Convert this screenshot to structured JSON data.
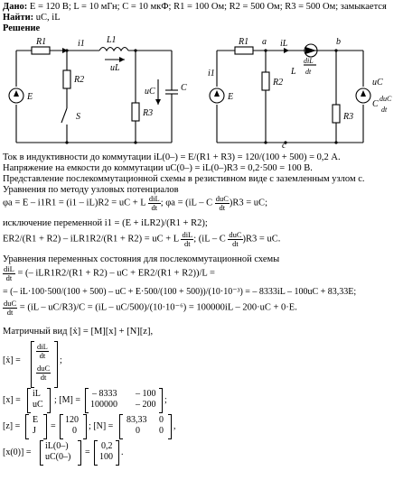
{
  "given": {
    "label": "Дано:",
    "text": " E = 120 В; L = 10 мГн; C = 10 мкФ; R1 = 100 Ом; R2 = 500 Ом; R3 = 500 Ом; замыкается"
  },
  "find": {
    "label": "Найти:",
    "text": " uC, iL"
  },
  "solution_label": "Решение",
  "circuit_left": {
    "R1": "R1",
    "i1": "i1",
    "L1": "L1",
    "uL": "uL",
    "R2": "R2",
    "uC": "uC",
    "C": "C",
    "E": "E",
    "S": "S",
    "R3": "R3"
  },
  "circuit_right": {
    "R1": "R1",
    "a": "a",
    "iL": "iL",
    "b": "b",
    "i1": "i1",
    "E": "E",
    "R2": "R2",
    "L_label": "L",
    "di": "diL",
    "dt": "dt",
    "uC": "uC",
    "R3": "R3",
    "C_label": "C",
    "du": "duC",
    "c": "c"
  },
  "lines": {
    "l1": "Ток в индуктивности до коммутации iL(0–) = E/(R1 + R3) = 120/(100 + 500) = 0,2 А.",
    "l2": "Напряжение на емкости до коммутации uC(0–) = iL(0–)R3 = 0,2·500 = 100 В.",
    "l3": "Представление послекоммутационной схемы в резистивном виде с заземленным узлом c.",
    "l4": "Уравнения по методу узловых потенциалов",
    "l5a": "φa = E – i1R1 = (i1 – iL)R2 = uC + L",
    "l5b": "; φa = (iL – C",
    "l5c": ")R3 = uC;",
    "l6": "исключение переменной i1 = (E + iLR2)/(R1 + R2);",
    "l7a": "ER2/(R1 + R2) – iLR1R2/(R1 + R2) = uC + L",
    "l7b": "; (iL – C",
    "l7c": ")R3 = uC.",
    "l8": "Уравнения переменных состояния для послекоммутационной схемы",
    "l9": " = (– iLR1R2/(R1 + R2) – uC + ER2/(R1 + R2))/L =",
    "l10": "= (– iL·100·500/(100 + 500) – uC + E·500/(100 + 500))/(10·10⁻³) = – 8333iL – 100uC + 83,33E;",
    "l11": " = (iL – uC/R3)/C = (iL – uC/500)/(10·10⁻⁶) = 100000iL – 200·uC + 0·E.",
    "l12": "Матричный вид [ẋ] = [M][x] + [N][z],"
  },
  "fracs": {
    "diL": "diL",
    "duC": "duC",
    "dt": "dt"
  },
  "matrices": {
    "xdot_lhs": "[ẋ] =",
    "x_lhs": "[x] =",
    "x_vals": [
      "iL",
      "uC"
    ],
    "M_lhs": "; [M] =",
    "M_vals": [
      "– 8333",
      "– 100",
      "100000",
      "– 200"
    ],
    "z_lhs": "[z] =",
    "z_vals": [
      "E",
      "J"
    ],
    "z_eq": "=",
    "z_num": [
      "120",
      "0"
    ],
    "N_lhs": "; [N] =",
    "N_vals": [
      "83,33",
      "0",
      "0",
      "0"
    ],
    "x0_lhs": "[x(0)] =",
    "x0_vals": [
      "iL(0–)",
      "uC(0–)"
    ],
    "x0_eq": "=",
    "x0_num": [
      "0,2",
      "100"
    ],
    "semi": ";",
    "comma": ",",
    "dot": "."
  }
}
